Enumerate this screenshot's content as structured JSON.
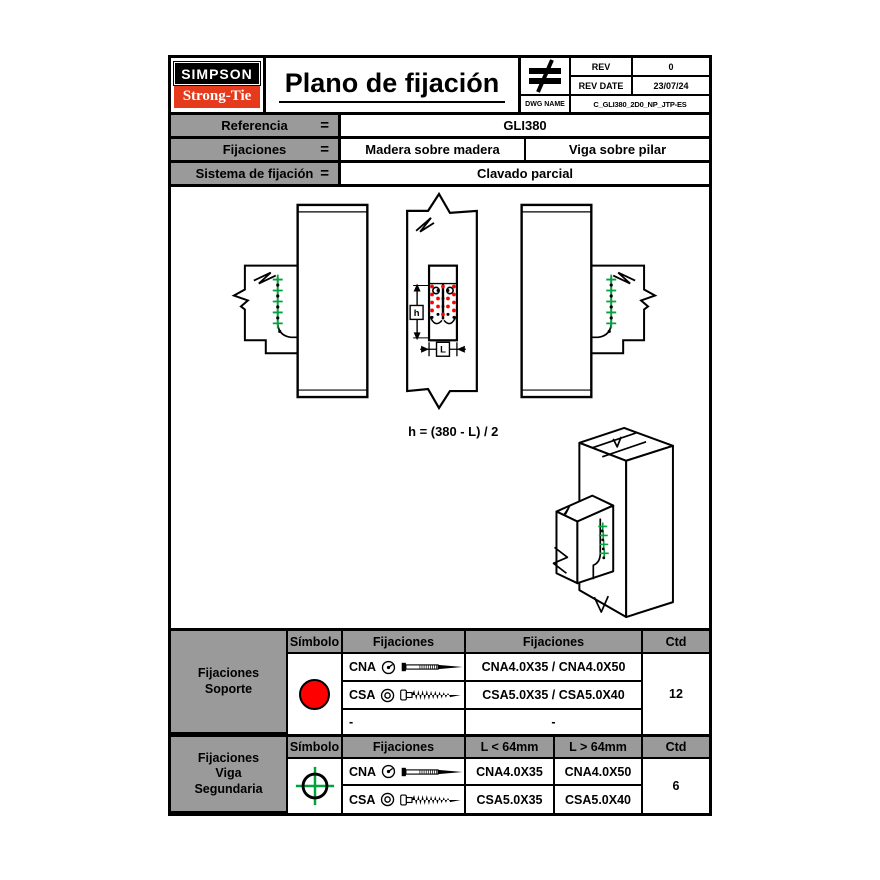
{
  "header": {
    "logo_line1": "SIMPSON",
    "logo_line2": "Strong-Tie",
    "title": "Plano de fijación",
    "not_equal_symbol": "≠",
    "rev_label": "REV",
    "rev_value": "0",
    "rev_date_label": "REV DATE",
    "rev_date_value": "23/07/24",
    "dwg_name_label": "DWG NAME",
    "dwg_name_value": "C_GLI380_2D0_NP_JTP-ES"
  },
  "info": {
    "rows": [
      {
        "label": "Referencia",
        "eq": "=",
        "values": [
          "GLI380"
        ]
      },
      {
        "label": "Fijaciones",
        "eq": "=",
        "values": [
          "Madera sobre madera",
          "Viga sobre pilar"
        ]
      },
      {
        "label": "Sistema de fijación",
        "eq": "=",
        "values": [
          "Clavado parcial"
        ]
      }
    ]
  },
  "drawing": {
    "formula": "h = (380 - L) / 2",
    "dim_h": "h",
    "dim_l": "L"
  },
  "support_table": {
    "label": "Fijaciones\nSoporte",
    "headers": {
      "symbol": "Símbolo",
      "fixings_icons": "Fijaciones",
      "fixings_names": "Fijaciones",
      "qty": "Ctd"
    },
    "symbol": "red-circle",
    "rows": [
      {
        "code": "CNA",
        "names": "CNA4.0X35 / CNA4.0X50"
      },
      {
        "code": "CSA",
        "names": "CSA5.0X35 / CSA5.0X40"
      },
      {
        "code": "-",
        "names": "-"
      }
    ],
    "qty": "12"
  },
  "secondary_table": {
    "label": "Fijaciones\nViga\nSegundaria",
    "headers": {
      "symbol": "Símbolo",
      "fixings": "Fijaciones",
      "l_short": "L < 64mm",
      "l_long": "L > 64mm",
      "qty": "Ctd"
    },
    "symbol": "green-crosshair",
    "rows": [
      {
        "code": "CNA",
        "l_short": "CNA4.0X35",
        "l_long": "CNA4.0X50"
      },
      {
        "code": "CSA",
        "l_short": "CSA5.0X35",
        "l_long": "CSA5.0X40"
      }
    ],
    "qty": "6"
  },
  "colors": {
    "cell_gray": "#9a9a9a",
    "logo_red": "#e63a1c",
    "symbol_red": "#ff0000",
    "fastener_green": "#00a33c"
  }
}
